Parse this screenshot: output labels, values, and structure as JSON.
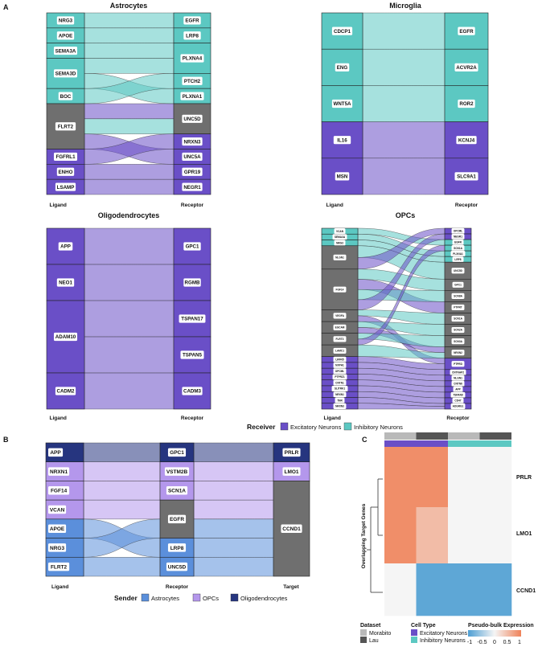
{
  "colors": {
    "excitatory": "#6a4fc7",
    "inhibitory": "#5cc8c2",
    "grey": "#6f6f6f",
    "astrocytes": "#5b8fdb",
    "opcs": "#b497ec",
    "oligodendrocytes": "#26357f",
    "morabito": "#b9b9b9",
    "lau": "#555555",
    "hm_low": "#4d9ed3",
    "hm_mid": "#f5f5f5",
    "hm_high": "#ef8259"
  },
  "panel_A": {
    "letter": "A",
    "legend": {
      "title": "Receiver",
      "items": [
        {
          "label": "Excitatory Neurons",
          "color": "#6a4fc7"
        },
        {
          "label": "Inhibitory Neurons",
          "color": "#5cc8c2"
        }
      ]
    },
    "plots": [
      {
        "title": "Astrocytes",
        "x_left": "Ligand",
        "x_right": "Receptor",
        "ligands": [
          {
            "name": "NRG3",
            "h": 1,
            "c": "inh"
          },
          {
            "name": "APOE",
            "h": 1,
            "c": "inh"
          },
          {
            "name": "SEMA3A",
            "h": 1,
            "c": "inh"
          },
          {
            "name": "SEMA3D",
            "h": 2,
            "c": "inh"
          },
          {
            "name": "BOC",
            "h": 1,
            "c": "inh"
          },
          {
            "name": "FLRT2",
            "h": 3,
            "c": "grey"
          },
          {
            "name": "FGFRL1",
            "h": 1,
            "c": "exc"
          },
          {
            "name": "ENHO",
            "h": 1,
            "c": "exc"
          },
          {
            "name": "LSAMP",
            "h": 1,
            "c": "exc"
          }
        ],
        "receptors": [
          {
            "name": "EGFR",
            "h": 1,
            "c": "inh"
          },
          {
            "name": "LRP8",
            "h": 1,
            "c": "inh"
          },
          {
            "name": "PLXNA4",
            "h": 2,
            "c": "inh"
          },
          {
            "name": "PTCH2",
            "h": 1,
            "c": "inh"
          },
          {
            "name": "PLXNA1",
            "h": 1,
            "c": "inh"
          },
          {
            "name": "UNC5D",
            "h": 2,
            "c": "grey"
          },
          {
            "name": "NRXN3",
            "h": 1,
            "c": "exc"
          },
          {
            "name": "UNC5A",
            "h": 1,
            "c": "exc"
          },
          {
            "name": "GPR19",
            "h": 1,
            "c": "exc"
          },
          {
            "name": "NEGR1",
            "h": 1,
            "c": "exc"
          }
        ],
        "flows": [
          [
            0,
            0,
            "inh"
          ],
          [
            1,
            1,
            "inh"
          ],
          [
            2,
            2,
            "inh"
          ],
          [
            3,
            2,
            "inh"
          ],
          [
            3,
            4,
            "inh"
          ],
          [
            4,
            3,
            "inh"
          ],
          [
            5,
            5,
            "exc"
          ],
          [
            5,
            5,
            "inh"
          ],
          [
            5,
            7,
            "exc"
          ],
          [
            6,
            6,
            "exc"
          ],
          [
            7,
            8,
            "exc"
          ],
          [
            8,
            9,
            "exc"
          ]
        ]
      },
      {
        "title": "Microglia",
        "x_left": "Ligand",
        "x_right": "Receptor",
        "ligands": [
          {
            "name": "CDCP1",
            "h": 1,
            "c": "inh"
          },
          {
            "name": "ENG",
            "h": 1,
            "c": "inh"
          },
          {
            "name": "WNT5A",
            "h": 1,
            "c": "inh"
          },
          {
            "name": "IL16",
            "h": 1,
            "c": "exc"
          },
          {
            "name": "MSN",
            "h": 1,
            "c": "exc"
          }
        ],
        "receptors": [
          {
            "name": "EGFR",
            "h": 1,
            "c": "inh"
          },
          {
            "name": "ACVR2A",
            "h": 1,
            "c": "inh"
          },
          {
            "name": "ROR2",
            "h": 1,
            "c": "inh"
          },
          {
            "name": "KCNJ4",
            "h": 1,
            "c": "exc"
          },
          {
            "name": "SLC9A1",
            "h": 1,
            "c": "exc"
          }
        ],
        "flows": [
          [
            0,
            0,
            "inh"
          ],
          [
            1,
            1,
            "inh"
          ],
          [
            2,
            2,
            "inh"
          ],
          [
            3,
            3,
            "exc"
          ],
          [
            4,
            4,
            "exc"
          ]
        ]
      },
      {
        "title": "Oligodendrocytes",
        "x_left": "Ligand",
        "x_right": "Receptor",
        "ligands": [
          {
            "name": "APP",
            "h": 1,
            "c": "exc"
          },
          {
            "name": "NEO1",
            "h": 1,
            "c": "exc"
          },
          {
            "name": "ADAM10",
            "h": 2,
            "c": "exc"
          },
          {
            "name": "CADM2",
            "h": 1,
            "c": "exc"
          }
        ],
        "receptors": [
          {
            "name": "GPC1",
            "h": 1,
            "c": "exc"
          },
          {
            "name": "RGMB",
            "h": 1,
            "c": "exc"
          },
          {
            "name": "TSPAN17",
            "h": 1,
            "c": "exc"
          },
          {
            "name": "TSPAN5",
            "h": 1,
            "c": "exc"
          },
          {
            "name": "CADM3",
            "h": 1,
            "c": "exc"
          }
        ],
        "flows": [
          [
            0,
            0,
            "exc"
          ],
          [
            1,
            1,
            "exc"
          ],
          [
            2,
            2,
            "exc"
          ],
          [
            2,
            3,
            "exc"
          ],
          [
            3,
            4,
            "exc"
          ]
        ]
      },
      {
        "title": "OPCs",
        "x_left": "Ligand",
        "x_right": "Receptor",
        "ligands": [
          {
            "name": "VCAN",
            "h": 1,
            "c": "inh"
          },
          {
            "name": "SEMA3A",
            "h": 1,
            "c": "inh"
          },
          {
            "name": "NRG3",
            "h": 1,
            "c": "inh"
          },
          {
            "name": "NLGN1",
            "h": 4,
            "c": "grey"
          },
          {
            "name": "FGF14",
            "h": 7,
            "c": "grey"
          },
          {
            "name": "VEGFA",
            "h": 2,
            "c": "grey"
          },
          {
            "name": "EGCAM",
            "h": 2,
            "c": "grey"
          },
          {
            "name": "FLRT3",
            "h": 2,
            "c": "grey"
          },
          {
            "name": "LAMC1",
            "h": 2,
            "c": "grey"
          },
          {
            "name": "LRFN5",
            "h": 1,
            "c": "exc"
          },
          {
            "name": "NXPH1",
            "h": 1,
            "c": "exc"
          },
          {
            "name": "OPCML",
            "h": 1,
            "c": "exc"
          },
          {
            "name": "PTPRZ1",
            "h": 1,
            "c": "exc"
          },
          {
            "name": "CNTN1",
            "h": 1,
            "c": "exc"
          },
          {
            "name": "SLITRK1",
            "h": 1,
            "c": "exc"
          },
          {
            "name": "NRXN1",
            "h": 1,
            "c": "exc"
          },
          {
            "name": "TNR",
            "h": 1,
            "c": "exc"
          },
          {
            "name": "NRXN3",
            "h": 1,
            "c": "exc"
          }
        ],
        "receptors": [
          {
            "name": "OPCML",
            "h": 1,
            "c": "exc"
          },
          {
            "name": "NEGR1",
            "h": 1,
            "c": "exc"
          },
          {
            "name": "EGFR",
            "h": 1,
            "c": "inh"
          },
          {
            "name": "SCN1A",
            "h": 1,
            "c": "inh"
          },
          {
            "name": "PLXNA1",
            "h": 1,
            "c": "inh"
          },
          {
            "name": "LRP8",
            "h": 1,
            "c": "inh"
          },
          {
            "name": "UNC5D",
            "h": 3,
            "c": "grey"
          },
          {
            "name": "GPC1",
            "h": 2,
            "c": "grey"
          },
          {
            "name": "SCN8A",
            "h": 2,
            "c": "grey"
          },
          {
            "name": "PTPRT",
            "h": 2,
            "c": "grey"
          },
          {
            "name": "SCN1A",
            "h": 2,
            "c": "grey"
          },
          {
            "name": "SCN2A",
            "h": 2,
            "c": "grey"
          },
          {
            "name": "SCN3A",
            "h": 2,
            "c": "grey"
          },
          {
            "name": "NRXN2",
            "h": 2,
            "c": "grey"
          },
          {
            "name": "PTPRD",
            "h": 2,
            "c": "exc"
          },
          {
            "name": "CNTNAP2",
            "h": 1,
            "c": "exc"
          },
          {
            "name": "NLGN1",
            "h": 1,
            "c": "exc"
          },
          {
            "name": "CNTN6",
            "h": 1,
            "c": "exc"
          },
          {
            "name": "APP",
            "h": 1,
            "c": "exc"
          },
          {
            "name": "TSPAN9",
            "h": 1,
            "c": "exc"
          },
          {
            "name": "CD47",
            "h": 1,
            "c": "exc"
          },
          {
            "name": "ADGRG1",
            "h": 1,
            "c": "exc"
          }
        ],
        "flows": [
          [
            0,
            2,
            "inh"
          ],
          [
            1,
            4,
            "inh"
          ],
          [
            2,
            5,
            "inh"
          ],
          [
            3,
            6,
            "inh"
          ],
          [
            3,
            0,
            "exc"
          ],
          [
            4,
            7,
            "inh"
          ],
          [
            4,
            9,
            "exc"
          ],
          [
            4,
            8,
            "inh"
          ],
          [
            4,
            1,
            "exc"
          ],
          [
            5,
            10,
            "inh"
          ],
          [
            5,
            14,
            "exc"
          ],
          [
            6,
            11,
            "inh"
          ],
          [
            6,
            13,
            "exc"
          ],
          [
            7,
            12,
            "inh"
          ],
          [
            7,
            3,
            "exc"
          ],
          [
            8,
            13,
            "inh"
          ],
          [
            9,
            14,
            "exc"
          ],
          [
            10,
            15,
            "exc"
          ],
          [
            11,
            16,
            "exc"
          ],
          [
            12,
            17,
            "exc"
          ],
          [
            13,
            18,
            "exc"
          ],
          [
            14,
            19,
            "exc"
          ],
          [
            15,
            20,
            "exc"
          ],
          [
            16,
            21,
            "exc"
          ],
          [
            17,
            21,
            "exc"
          ]
        ]
      }
    ]
  },
  "panel_B": {
    "letter": "B",
    "x_labels": [
      "Ligand",
      "Receptor",
      "Target"
    ],
    "legend": {
      "title": "Sender",
      "items": [
        {
          "label": "Astrocytes",
          "color": "#5b8fdb"
        },
        {
          "label": "OPCs",
          "color": "#b497ec"
        },
        {
          "label": "Oligodendrocytes",
          "color": "#26357f"
        }
      ]
    },
    "ligands": [
      {
        "name": "APP",
        "h": 1,
        "c": "olig"
      },
      {
        "name": "NRXN1",
        "h": 1,
        "c": "opc"
      },
      {
        "name": "FGF14",
        "h": 1,
        "c": "opc"
      },
      {
        "name": "VCAN",
        "h": 1,
        "c": "opc"
      },
      {
        "name": "APOE",
        "h": 1,
        "c": "astro"
      },
      {
        "name": "NRG3",
        "h": 1,
        "c": "astro"
      },
      {
        "name": "FLRT2",
        "h": 1,
        "c": "astro"
      }
    ],
    "receptors": [
      {
        "name": "GPC1",
        "h": 1,
        "c": "olig"
      },
      {
        "name": "VSTM2B",
        "h": 1,
        "c": "opc"
      },
      {
        "name": "SCN1A",
        "h": 1,
        "c": "opc"
      },
      {
        "name": "EGFR",
        "h": 2,
        "c": "grey"
      },
      {
        "name": "LRP8",
        "h": 1,
        "c": "astro"
      },
      {
        "name": "UNC5D",
        "h": 1,
        "c": "astro"
      }
    ],
    "targets": [
      {
        "name": "PRLR",
        "h": 1,
        "c": "olig"
      },
      {
        "name": "LMO1",
        "h": 1,
        "c": "opc"
      },
      {
        "name": "CCND1",
        "h": 5,
        "c": "grey"
      }
    ],
    "flows1": [
      [
        0,
        0,
        "olig"
      ],
      [
        1,
        1,
        "opc"
      ],
      [
        2,
        2,
        "opc"
      ],
      [
        3,
        3,
        "opc"
      ],
      [
        4,
        4,
        "astro"
      ],
      [
        5,
        3,
        "astro"
      ],
      [
        6,
        5,
        "astro"
      ]
    ],
    "flows2": [
      [
        0,
        0,
        "olig"
      ],
      [
        1,
        1,
        "opc"
      ],
      [
        2,
        2,
        "opc"
      ],
      [
        3,
        2,
        "opc"
      ],
      [
        3,
        2,
        "astro"
      ],
      [
        4,
        2,
        "astro"
      ],
      [
        5,
        2,
        "astro"
      ]
    ]
  },
  "panel_C": {
    "letter": "C",
    "y_title": "Overlapping Target Genes",
    "rows": [
      "PRLR",
      "LMO1",
      "CCND1"
    ],
    "columns": [
      {
        "dataset": "Morabito",
        "cell_type": "Excitatory Neurons"
      },
      {
        "dataset": "Lau",
        "cell_type": "Excitatory Neurons"
      },
      {
        "dataset": "Morabito",
        "cell_type": "Inhibitory Neurons"
      },
      {
        "dataset": "Lau",
        "cell_type": "Inhibitory Neurons"
      }
    ],
    "values": [
      [
        0.9,
        0.9,
        0.0,
        0.0
      ],
      [
        0.9,
        0.5,
        0.0,
        0.0
      ],
      [
        0.0,
        -0.9,
        -0.9,
        -0.9
      ]
    ],
    "legend_dataset": {
      "title": "Dataset",
      "items": [
        "Morabito",
        "Lau"
      ]
    },
    "legend_celltype": {
      "title": "Cell Type",
      "items": [
        "Excitatory Neurons",
        "Inhibitory Neurons"
      ]
    },
    "legend_expr": {
      "title": "Pseudo-bulk Expression",
      "ticks": [
        "-1",
        "-0.5",
        "0",
        "0.5",
        "1"
      ]
    }
  }
}
